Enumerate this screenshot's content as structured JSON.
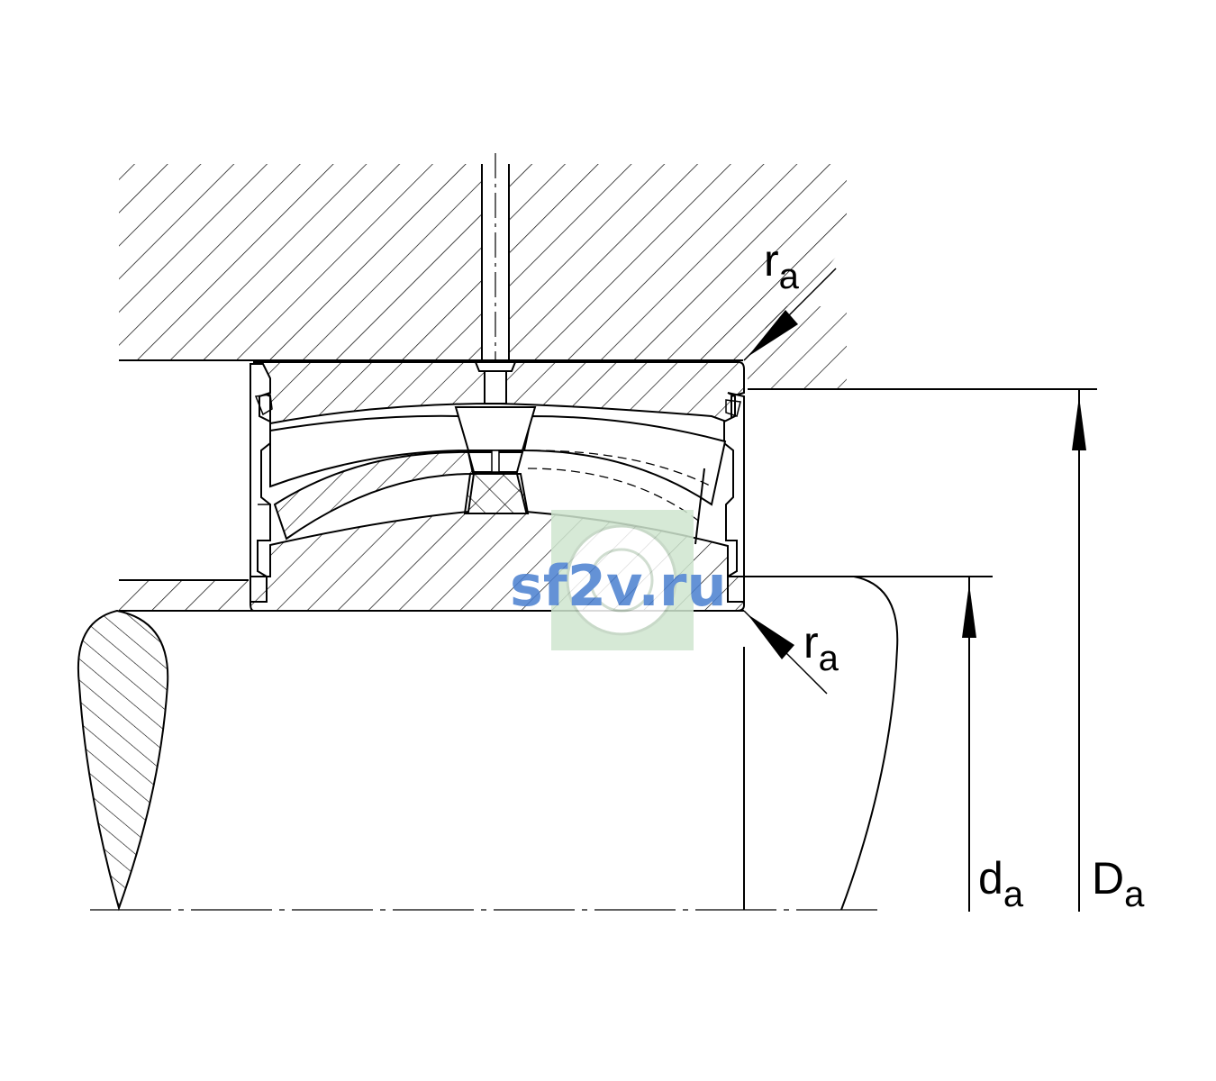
{
  "labels": {
    "fillet_top": {
      "symbol": "r",
      "subscript": "a"
    },
    "fillet_bottom": {
      "symbol": "r",
      "subscript": "a"
    },
    "shaft_abutment_diameter": {
      "symbol": "d",
      "subscript": "a"
    },
    "housing_abutment_diameter": {
      "symbol": "D",
      "subscript": "a"
    }
  },
  "watermark": {
    "text": "sf2v.ru"
  },
  "colors": {
    "line": "#000000",
    "background": "#ffffff",
    "watermark_text": "#4a7fd0",
    "watermark_bg": "#cfe6cf"
  }
}
